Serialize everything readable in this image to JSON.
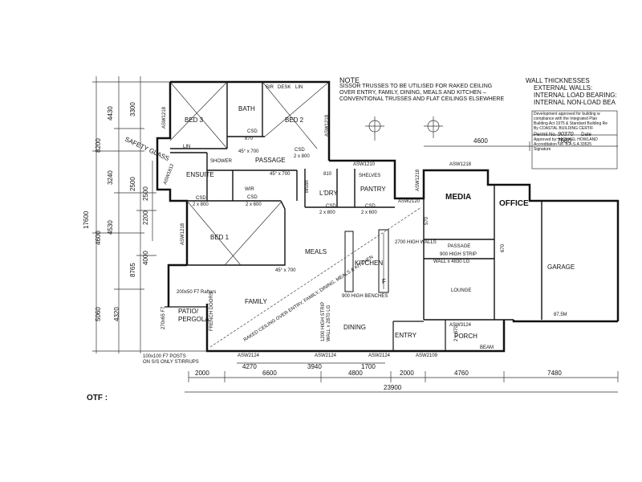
{
  "note": {
    "heading": "NOTE",
    "lines": [
      "SISSOR TRUSSES TO BE UTILISED FOR RAKED CEILING",
      "OVER ENTRY, FAMILY, DINING, MEALS AND KITCHEN –",
      "CONVENTIONAL TRUSSES AND FLAT CEILINGS ELSEWHERE"
    ]
  },
  "wall_thickness": {
    "heading": "WALL THICKNESSES",
    "lines": [
      "EXTERNAL WALLS:",
      "INTERNAL LOAD BEARING:",
      "INTERNAL NON-LOAD BEA"
    ]
  },
  "approval": {
    "lines": [
      "Development approved for building w",
      "compliance with the Integrated Plan",
      "Building Act 1975 & Standard Building Re",
      "By COASTAL BUILDING CERTIF"
    ],
    "permit_label": "Permit No.",
    "permit_no": "90370",
    "date_label": "Date",
    "approved_by": "Approved by: MICHAEL HOWLAND",
    "accreditation": "Accreditation No. B.A.S.A 33525",
    "signature_label": "Signature"
  },
  "rooms": {
    "bed3": "BED 3",
    "bath": "BATH",
    "bed2": "BED 2",
    "passage_top": "PASSAGE",
    "shower": "SHOWER",
    "ensuite": "ENSUITE",
    "wir": "WIR",
    "ldry": "L'DRY",
    "pantry": "PANTRY",
    "shelves": "SHELVES",
    "bed1": "BED 1",
    "meals": "MEALS",
    "kitchen": "KITCHEN",
    "family": "FAMILY",
    "dining": "DINING",
    "entry": "ENTRY",
    "media": "MEDIA",
    "office": "OFFICE",
    "passage_right": "PASSAGE",
    "lounge": "LOUNGE",
    "garage": "GARAGE",
    "porch": "PORCH",
    "patio": "PATIO/",
    "pergola": "PERGOLA",
    "brush": "Brush",
    "sir": "SIR",
    "desk": "DESK",
    "lin": "LIN",
    "linen": "LIN"
  },
  "annotations": {
    "safety_glass": "SAFETY GLASS",
    "csd": "CSD",
    "csd_2x800": "2 x 800",
    "csd_2x600": "2 x 600",
    "deg45_700_a": "45° x 700",
    "deg45_700_b": "45° x 700",
    "deg45_700_c": "45° x 700",
    "high_walls": "2700 HIGH WALLS",
    "high_benches": "900 HIGH BENCHES",
    "high_strip": "900 HIGH STRIP",
    "wall_4830": "WALL x 4830 LG",
    "wall_2870": "WALL x 2870 LG",
    "high_strip_v": "1200 HIGH STRIP",
    "raked": "RAKED CEILING OVER ENTRY, FAMILY, DINING, MEALS & KITCHEN",
    "patio_rafters": "200x50 F7 Rafters",
    "french_doors": "FRENCH DOORS",
    "posts_note_1": "100x100 F7 POSTS",
    "posts_note_2": "ON S/S ONLY STIRRUPS",
    "beam_patio": "270x65 F7",
    "beam": "BEAM",
    "otf": "OTF :",
    "grid_line": "87,5M",
    "fridge": "F",
    "door_870": "870",
    "door_2x870": "2 x 870",
    "d_810": "810",
    "d_570": "570",
    "d_670": "670"
  },
  "windows": {
    "asw1218_left": "ASW1218",
    "asw1218_right": "ASW1218",
    "asw1210": "ASW1210",
    "asw2120": "ASW2120",
    "asw1218_v": "ASW1218",
    "asw1812": "ASW1812",
    "asw2124_a": "ASW2124",
    "asw2124_b": "ASW2124",
    "asw2124_c": "ASW2124",
    "asw2109": "ASW2109",
    "asw3124": "ASW3124",
    "asw1218_top": "ASW1218",
    "asw1218_bed1": "ASW1218"
  },
  "dims": {
    "top": [
      "4600",
      "7680"
    ],
    "bottom_row1": [
      "4270",
      "3940",
      "1700"
    ],
    "bottom_row2": [
      "2000",
      "6600",
      "4800",
      "2000",
      "4760",
      "7480"
    ],
    "overall": "23900",
    "left_col1": [
      "4430",
      "3300",
      "8200",
      "3240",
      "2500",
      "2500",
      "2200",
      "4600",
      "4530",
      "4000",
      "8765",
      "5060",
      "4320"
    ],
    "left_main": "17600"
  }
}
